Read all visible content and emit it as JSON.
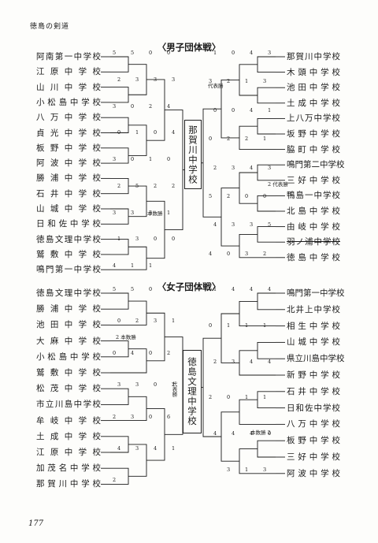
{
  "header": "徳島の剣道",
  "page_number": "177",
  "sections": [
    {
      "id": "boys",
      "title": "〈男子団体戦〉",
      "champion": "那賀川中学校",
      "left": [
        "阿南第一中学校",
        "江原中学校",
        "山川中学校",
        "小松島中学校",
        "八万中学校",
        "貞光中学校",
        "板野中学校",
        "阿波中学校",
        "勝浦中学校",
        "石井中学校",
        "山城中学校",
        "日和佐中学校",
        "徳島文理中学校",
        "鷲敷中学校",
        "鳴門第一中学校"
      ],
      "right": [
        "那賀川中学校",
        "木頭中学校",
        "池田中学校",
        "土成中学校",
        "上八万中学校",
        "坂野中学校",
        "脇町中学校",
        "鳴門第二中学校",
        "三好中学校",
        "鴨島一中学校",
        "北島中学校",
        "由岐中学校",
        "羽ノ浦中学校",
        "徳島中学校"
      ],
      "right_strike_index": 12,
      "left_scores": [
        "5",
        "5",
        "0",
        "0",
        "2",
        "3",
        "3",
        "3",
        "3",
        "0",
        "2",
        "4",
        "0",
        "1",
        "0",
        "4",
        "3",
        "0",
        "1",
        "0",
        "2",
        "5",
        "2",
        "2",
        "3",
        "3",
        "3",
        "1",
        "1",
        "3",
        "0",
        "0",
        "4",
        "1",
        "1"
      ],
      "right_scores": [
        "3",
        "4",
        "0",
        "1",
        "3",
        "1",
        "2",
        "3",
        "1",
        "4",
        "0",
        "0",
        "1",
        "2",
        "2",
        "0",
        "3",
        "4",
        "3",
        "2",
        "0",
        "0",
        "2",
        "5",
        "5",
        "3",
        "3",
        "4",
        "2",
        "3",
        "0",
        "4"
      ],
      "annotations": [
        "本数勝",
        "代表勝",
        "2 代表勝"
      ]
    },
    {
      "id": "girls",
      "title": "〈女子団体戦〉",
      "champion": "徳島文理中学校",
      "left": [
        "徳島文理中学校",
        "勝浦中学校",
        "池田中学校",
        "大麻中学校",
        "小松島中学校",
        "鷲敷中学校",
        "松茂中学校",
        "市立川島中学校",
        "牟岐中学校",
        "土成中学校",
        "江原中学校",
        "加茂名中学校",
        "那賀川中学校"
      ],
      "right": [
        "鳴門第一中学校",
        "北井上中学校",
        "相生中学校",
        "山城中学校",
        "県立川島中学校",
        "新野中学校",
        "石井中学校",
        "日和佐中学校",
        "八万中学校",
        "板野中学校",
        "三好中学校",
        "阿波中学校"
      ],
      "left_scores": [
        "5",
        "5",
        "0",
        "3",
        "0",
        "2",
        "3",
        "1",
        "0",
        "4",
        "0",
        "2",
        "3",
        "3",
        "0",
        "2",
        "2",
        "3",
        "0",
        "6",
        "4",
        "3",
        "4",
        "1",
        "2"
      ],
      "right_scores": [
        "4",
        "4",
        "4",
        "1",
        "1",
        "1",
        "1",
        "0",
        "4",
        "4",
        "3",
        "2",
        "1",
        "1",
        "0",
        "2",
        "0",
        "4",
        "4",
        "4",
        "3",
        "1",
        "3"
      ],
      "annotations": [
        "2 本数勝",
        "代表勝",
        "本数勝 2"
      ]
    }
  ]
}
